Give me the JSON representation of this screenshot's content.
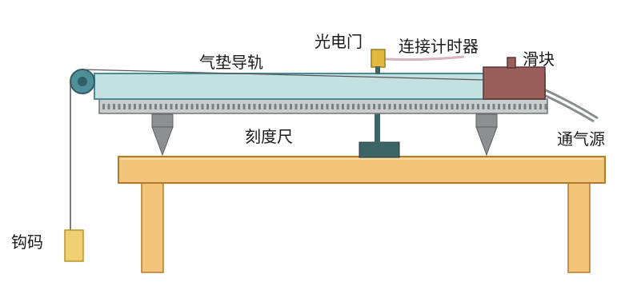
{
  "labels": {
    "photogate": "光电门",
    "timer": "连接计时器",
    "slider": "滑块",
    "air_track": "气垫导轨",
    "scale": "刻度尺",
    "air_source": "通气源",
    "hook_weight": "钩码"
  },
  "colors": {
    "track_fill": "#c3e1e1",
    "track_stroke": "#4c8a95",
    "scale_fill": "#c9cccc",
    "table_fill": "#f2c57b",
    "table_stroke": "#b37a2c",
    "slider_fill": "#9b5f5b",
    "photogate_fill": "#e2b93c",
    "foot_fill": "#8d9092",
    "base_fill": "#3f6466",
    "weight_fill": "#efcf72"
  }
}
